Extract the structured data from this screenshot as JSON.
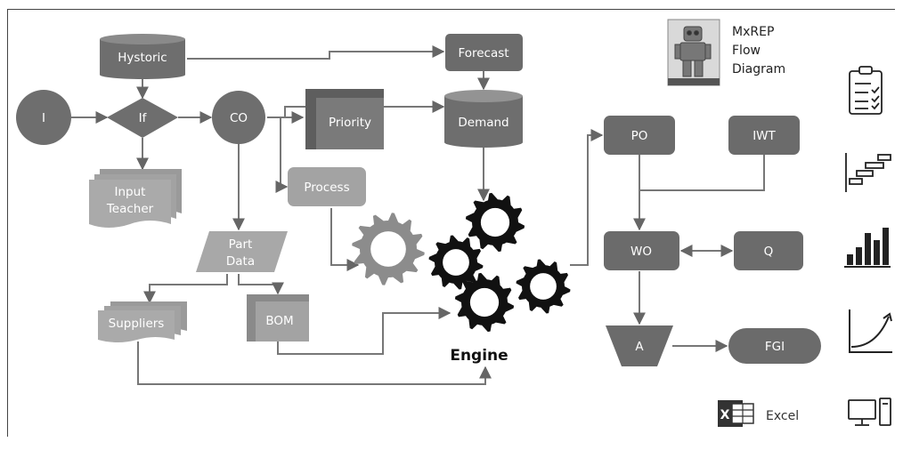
{
  "diagram": {
    "title_lines": [
      "MxREP",
      "Flow",
      "Diagram"
    ],
    "nodes": {
      "hystoric": "Hystoric",
      "forecast": "Forecast",
      "i": "I",
      "if": "If",
      "co": "CO",
      "priority": "Priority",
      "demand": "Demand",
      "input_teacher_line1": "Input",
      "input_teacher_line2": "Teacher",
      "process": "Process",
      "part_data_line1": "Part",
      "part_data_line2": "Data",
      "suppliers": "Suppliers",
      "bom": "BOM",
      "engine": "Engine",
      "po": "PO",
      "iwt": "IWT",
      "wo": "WO",
      "q": "Q",
      "a": "A",
      "fgi": "FGI"
    },
    "excel_label": "Excel",
    "excel_letter": "X",
    "side_icons": [
      "clipboard-checklist-icon",
      "gantt-chart-icon",
      "bar-chart-icon",
      "growth-curve-icon",
      "desktop-computer-icon"
    ],
    "colors": {
      "dark": "#6b6b6b",
      "medium": "#909090",
      "light": "#b5b5b5",
      "gear_light": "#8c8c8c",
      "gear_dark": "#111111"
    }
  }
}
